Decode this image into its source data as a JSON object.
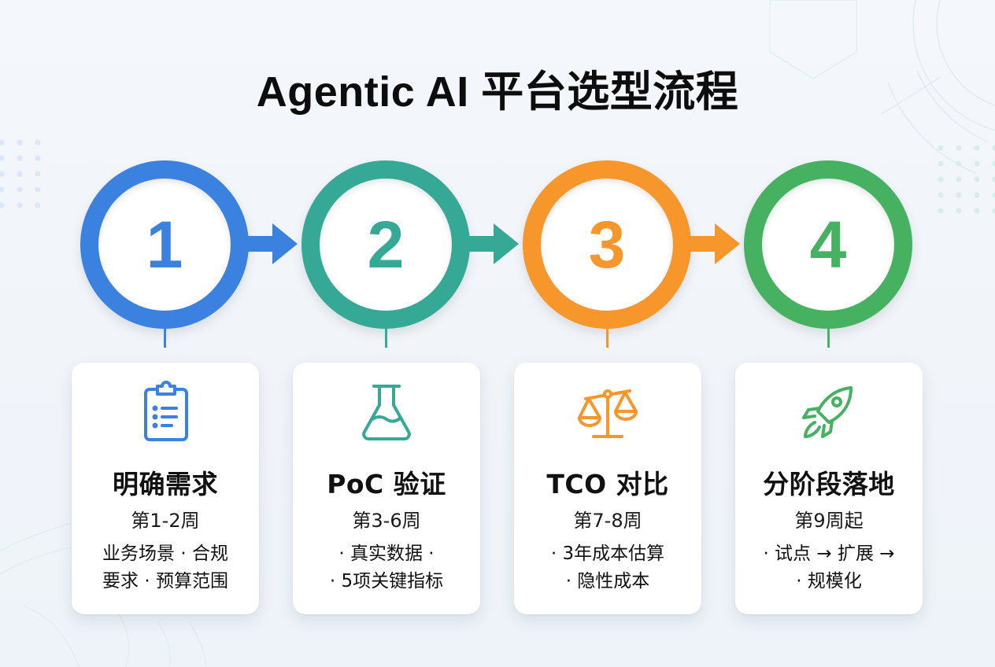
{
  "title": "Agentic AI 平台选型流程",
  "colors": {
    "blue": "#3b82e0",
    "teal": "#36a896",
    "orange": "#f7962a",
    "green": "#47b162",
    "background": "#f2f6fa"
  },
  "steps": [
    {
      "number": "1",
      "color": "#3b82e0",
      "icon": "clipboard-list-icon",
      "name": "明确需求",
      "weeks": "第1-2周",
      "desc_lines": [
        "业务场景 · 合规",
        "要求 · 预算范围"
      ]
    },
    {
      "number": "2",
      "color": "#36a896",
      "icon": "flask-icon",
      "name": "PoC 验证",
      "weeks": "第3-6周",
      "desc_lines": [
        "· 真实数据 ·",
        "· 5项关键指标"
      ]
    },
    {
      "number": "3",
      "color": "#f7962a",
      "icon": "balance-scale-icon",
      "name": "TCO 对比",
      "weeks": "第7-8周",
      "desc_lines": [
        "· 3年成本估算",
        "· 隐性成本"
      ]
    },
    {
      "number": "4",
      "color": "#47b162",
      "icon": "rocket-icon",
      "name": "分阶段落地",
      "weeks": "第9周起",
      "desc_lines": [
        "· 试点 → 扩展 →",
        "· 规模化"
      ]
    }
  ]
}
